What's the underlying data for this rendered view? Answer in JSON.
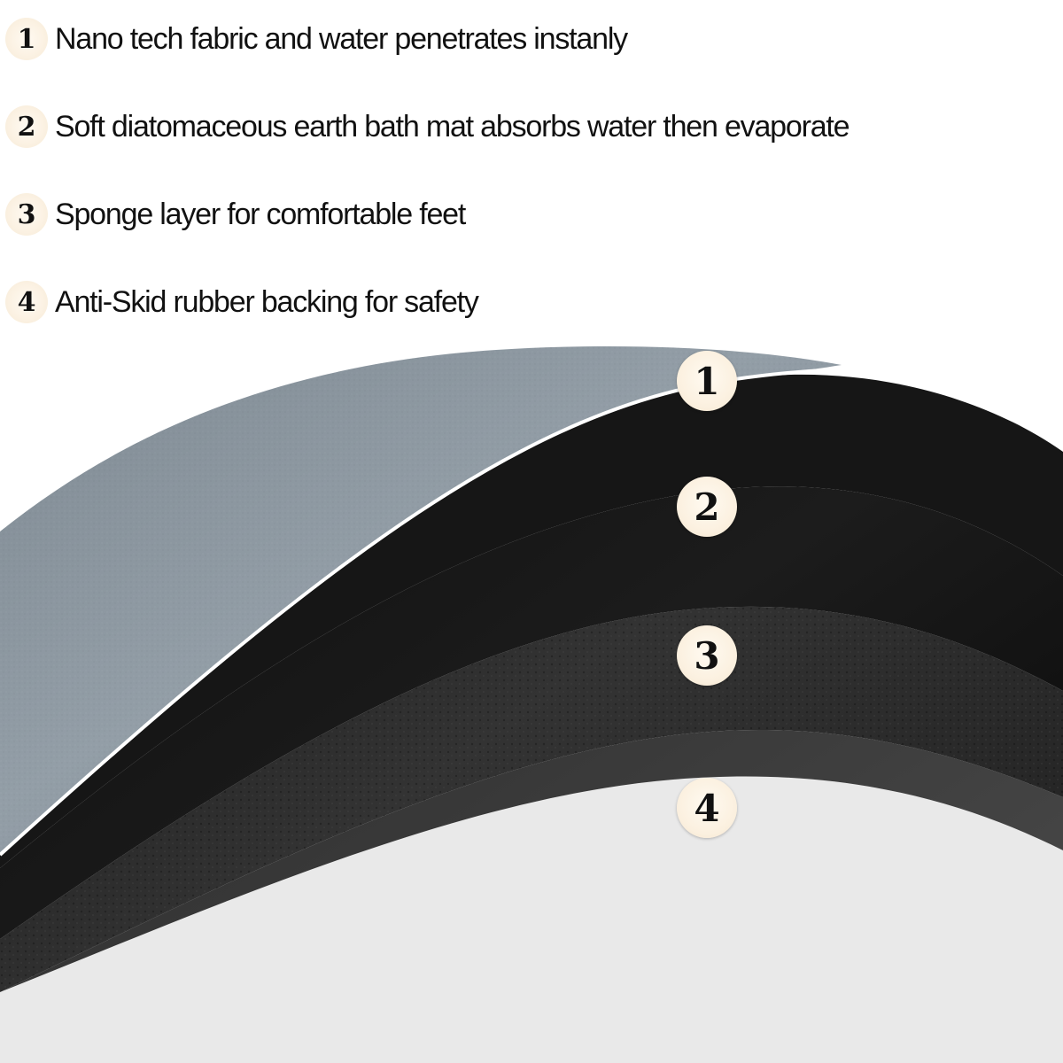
{
  "features": [
    {
      "number": "1",
      "text": "Nano tech fabric and water penetrates instanly"
    },
    {
      "number": "2",
      "text": "Soft diatomaceous earth bath mat absorbs water then evaporate"
    },
    {
      "number": "3",
      "text": "Sponge layer for comfortable feet"
    },
    {
      "number": "4",
      "text": "Anti-Skid rubber backing for safety"
    }
  ],
  "layer_labels": [
    "1",
    "2",
    "3",
    "4"
  ],
  "colors": {
    "fabric": "#8a959e",
    "black_layer": "#141414",
    "sponge": "#2b2b2b",
    "rubber": "#3a3a3a",
    "badge": "#fbf0df",
    "text": "#111111"
  }
}
